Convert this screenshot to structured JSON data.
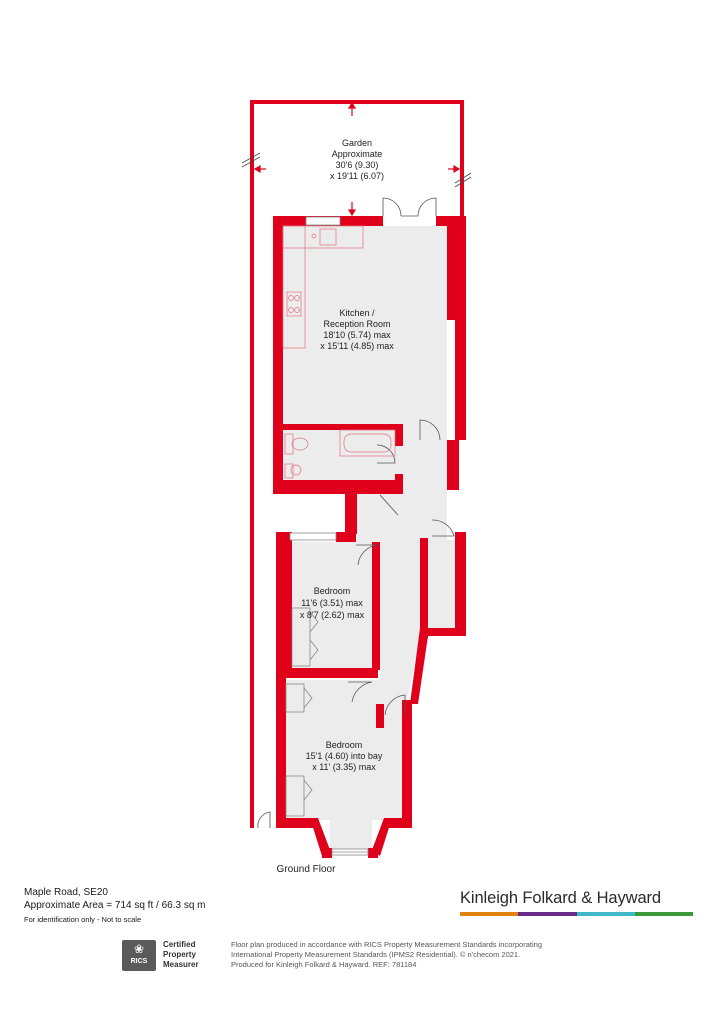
{
  "rooms": {
    "garden": {
      "name": "Garden",
      "line2": "Approximate",
      "line3": "30'6 (9.30)",
      "line4": "x 19'11 (6.07)"
    },
    "kitchen": {
      "name": "Kitchen /",
      "line2": "Reception Room",
      "line3": "18'10 (5.74) max",
      "line4": "x 15'11 (4.85) max"
    },
    "bedroom1": {
      "name": "Bedroom",
      "line2": "11'6 (3.51) max",
      "line3": "x 8'7 (2.62) max"
    },
    "bedroom2": {
      "name": "Bedroom",
      "line2": "15'1 (4.60) into bay",
      "line3": "x 11' (3.35) max"
    }
  },
  "floor_label": "Ground Floor",
  "info": {
    "address": "Maple Road, SE20",
    "area": "Approximate Area = 714 sq ft / 66.3 sq m",
    "note": "For identification only - Not to scale"
  },
  "brand": {
    "name": "Kinleigh Folkard & Hayward",
    "colors": [
      "#e3820f",
      "#6a2a8a",
      "#40b8c8",
      "#3a9a3a"
    ]
  },
  "rics": {
    "badge": "RICS",
    "cert_line1": "Certified",
    "cert_line2": "Property",
    "cert_line3": "Measurer"
  },
  "disclaimer": {
    "line1": "Floor plan produced in accordance with RICS Property Measurement Standards incorporating",
    "line2": "International Property Measurement Standards (IPMS2 Residential).  © n'checom 2021.",
    "line3": "Produced for Kinleigh Folkard & Hayward.   REF: 781184"
  },
  "colors": {
    "wall": "#e0001b",
    "floor": "#ececec",
    "fixture": "#e07080"
  }
}
